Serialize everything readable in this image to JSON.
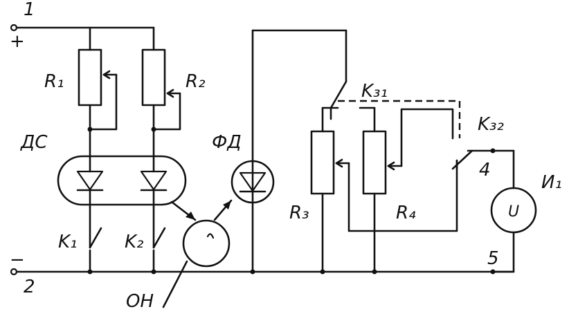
{
  "labels": {
    "terminal_1": "1",
    "terminal_2": "2",
    "plus": "+",
    "minus": "−",
    "R1": "R₁",
    "R2": "R₂",
    "R3": "R₃",
    "R4": "R₄",
    "DS": "ДС",
    "FD": "ФД",
    "K1": "K₁",
    "K2": "K₂",
    "K31": "K₃₁",
    "K32": "K₃₂",
    "terminal_4": "4",
    "terminal_5": "5",
    "I1": "И₁",
    "ON": "ОН",
    "meter_symbol": "U"
  }
}
